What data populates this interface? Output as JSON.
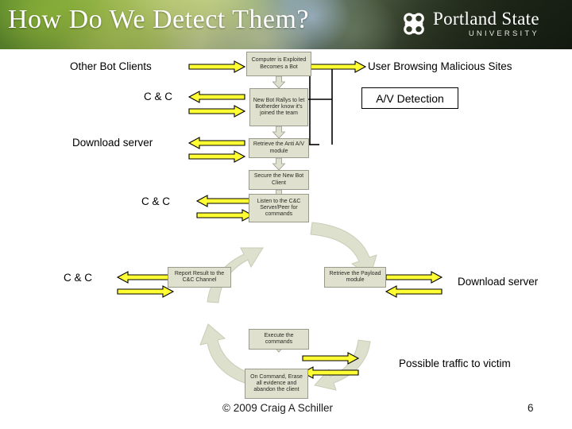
{
  "slide": {
    "title": "How Do We Detect Them?",
    "logo": {
      "name": "Portland State",
      "subtitle": "UNIVERSITY",
      "mark": "psu-clover-icon"
    }
  },
  "diagram": {
    "nodes": [
      {
        "id": "exploited",
        "text": "Computer is Exploited Becomes a Bot"
      },
      {
        "id": "rally",
        "text": "New Bot Rallys to let Botherder know it's joined the team"
      },
      {
        "id": "antiav",
        "text": "Retrieve the Anti A/V module"
      },
      {
        "id": "secure",
        "text": "Secure the New Bot Client"
      },
      {
        "id": "listen",
        "text": "Listen to the C&C Server/Peer for commands"
      },
      {
        "id": "report",
        "text": "Report Result to the C&C Channel"
      },
      {
        "id": "payload",
        "text": "Retrieve the Payload module"
      },
      {
        "id": "execute",
        "text": "Execute the commands"
      },
      {
        "id": "erase",
        "text": "On Command, Erase all evidence and abandon the client"
      }
    ],
    "labels": [
      {
        "id": "other-bot-clients",
        "text": "Other Bot Clients"
      },
      {
        "id": "cc-1",
        "text": "C & C"
      },
      {
        "id": "download-server-1",
        "text": "Download server"
      },
      {
        "id": "cc-2",
        "text": "C & C"
      },
      {
        "id": "cc-3",
        "text": "C & C"
      },
      {
        "id": "user-browsing",
        "text": "User Browsing Malicious Sites"
      },
      {
        "id": "download-server-2",
        "text": "Download server"
      },
      {
        "id": "possible-traffic",
        "text": "Possible traffic to victim"
      }
    ],
    "av_detection": "A/V Detection",
    "colors": {
      "arrow_fill": "#ffff33",
      "arrow_stroke": "#000000",
      "node_fill": "#dfe1ce",
      "node_stroke": "#9a9a8c",
      "cycle_arrow": "#dde0cd"
    }
  },
  "footer": {
    "copyright": "© 2009 Craig A Schiller",
    "page": "6"
  }
}
